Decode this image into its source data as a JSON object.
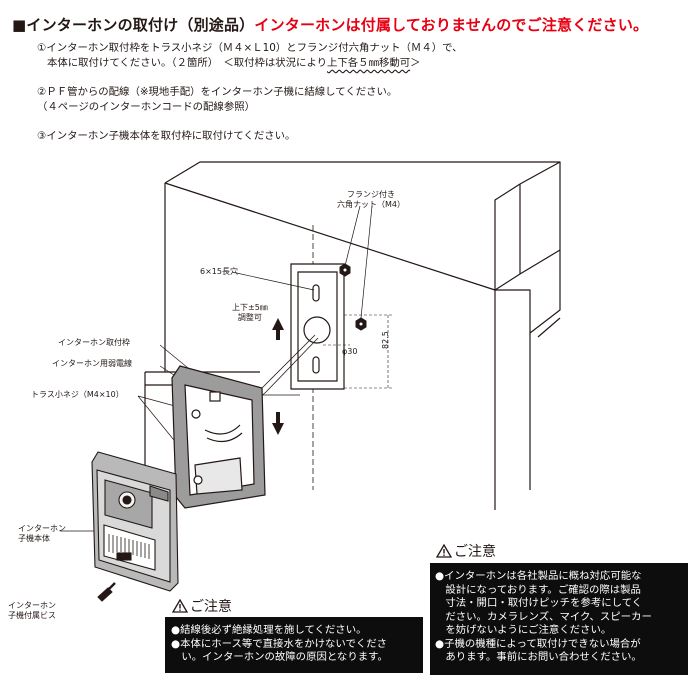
{
  "heading": {
    "main": "■インターホンの取付け（別途品）",
    "warning": "インターホンは付属しておりませんのでご注意ください。"
  },
  "steps": [
    {
      "line1": "①インターホン取付枠をトラス小ネジ（Ｍ４×Ｌ10）とフランジ付六角ナット（Ｍ４）で、",
      "line2a": "本体に取付けてください。（２箇所）　＜取付枠は状況により",
      "line2b": "上下各５㎜移動可",
      "line2c": "＞"
    },
    {
      "line1": "②ＰＦ管からの配線（※現地手配）をインターホン子機に結線してください。",
      "line2": "（４ページのインターホンコードの配線参照）"
    },
    {
      "line1": "③インターホン子機本体を取付枠に取付けてください。"
    }
  ],
  "labels": {
    "flange_nut_1": "フランジ付き",
    "flange_nut_2": "六角ナット（M4）",
    "slot_hole": "6×15長穴",
    "adjust_1": "上下±5㎜",
    "adjust_2": "調整可",
    "dim_diameter": "φ30",
    "dim_height": "82.5",
    "frame": "インターホン取付枠",
    "wire": "インターホン用弱電線",
    "truss_screw": "トラス小ネジ（M4×10）",
    "unit_1": "インターホン",
    "unit_2": "子機本体",
    "screw_1": "インターホン",
    "screw_2": "子機付属ビス"
  },
  "caution_left": {
    "title": "ご注意",
    "items": [
      "●結線後必ず絶縁処理を施してください。",
      "●本体にホース等で直接水をかけないでくださ",
      "　い。インターホンの故障の原因となります。"
    ]
  },
  "caution_right": {
    "title": "ご注意",
    "items": [
      "●インターホンは各社製品に概ね対応可能な",
      "　設計になっております。ご確認の際は製品",
      "　寸法・開口・取付けピッチを参考にしてく",
      "　ださい。カメラレンズ、マイク、スピーカー",
      "　を妨げないようにご注意ください。",
      "●子機の機種によって取付けできない場合が",
      "　あります。事前にお問い合わせください。"
    ]
  }
}
